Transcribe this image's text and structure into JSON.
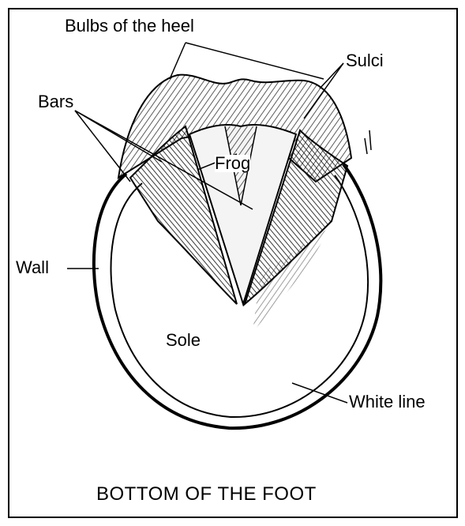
{
  "labels": {
    "bulbs_of_the_heel": "Bulbs of the heel",
    "sulci": "Sulci",
    "bars": "Bars",
    "frog": "Frog",
    "wall": "Wall",
    "sole": "Sole",
    "white_line": "White line"
  },
  "caption": "BOTTOM OF THE FOOT"
}
